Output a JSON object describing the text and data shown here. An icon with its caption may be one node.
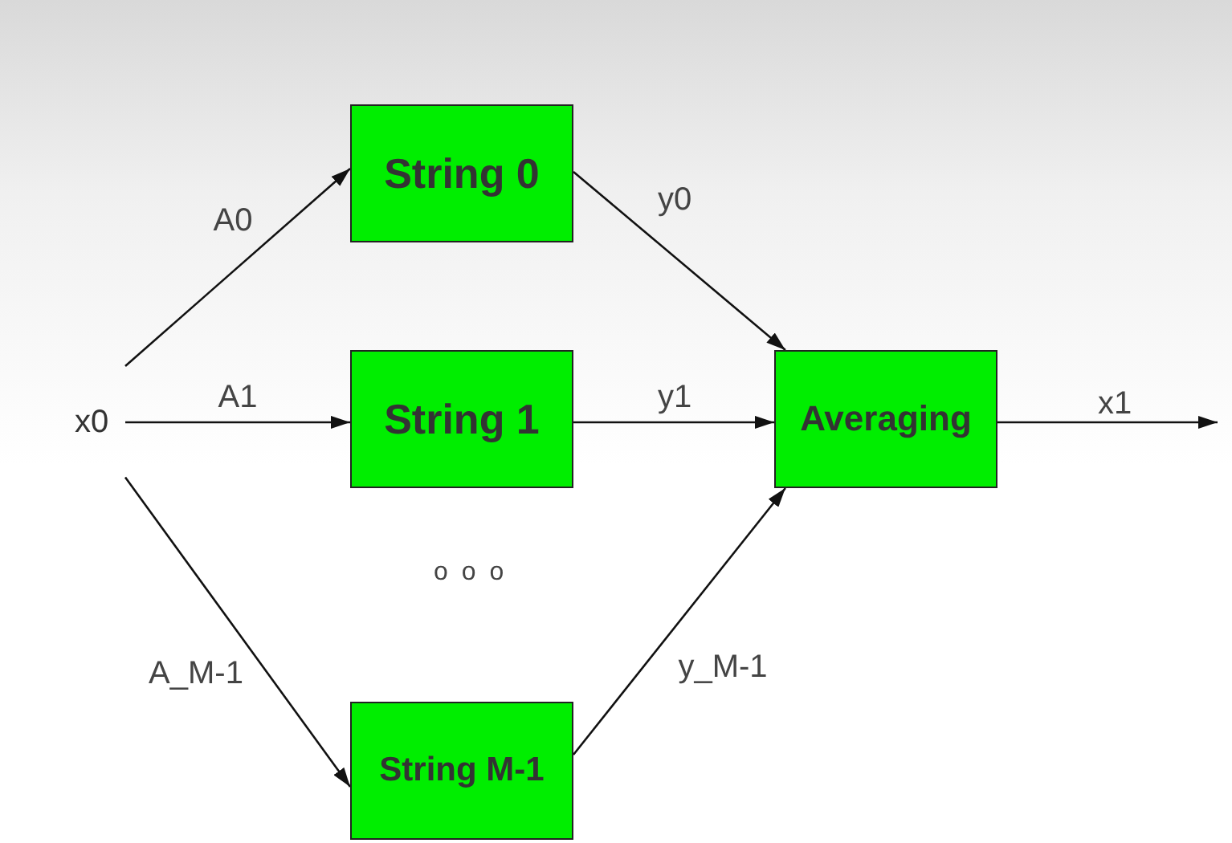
{
  "diagram": {
    "nodes": [
      {
        "text": [
          "x0"
        ]
      },
      {
        "text": [
          "String 0"
        ]
      },
      {
        "text": [
          "String 1"
        ]
      },
      {
        "text": [
          "String M-1"
        ]
      },
      {
        "text": [
          "Averaging"
        ]
      }
    ],
    "edges": [
      {
        "from": 0,
        "to": 1,
        "arrow": "to",
        "label": "A0"
      },
      {
        "from": 0,
        "to": 2,
        "arrow": "to",
        "label": "A1"
      },
      {
        "from": 0,
        "to": 3,
        "arrow": "to",
        "label": "A_M-1"
      },
      {
        "from": 1,
        "to": 4,
        "arrow": "to",
        "label": "y0"
      },
      {
        "from": 2,
        "to": 4,
        "arrow": "to",
        "label": "y1"
      },
      {
        "from": 3,
        "to": 4,
        "arrow": "to",
        "label": "y_M-1"
      },
      {
        "from": 4,
        "to": null,
        "arrow": "to",
        "label": "x1"
      }
    ],
    "labels": [
      "o o o"
    ]
  }
}
